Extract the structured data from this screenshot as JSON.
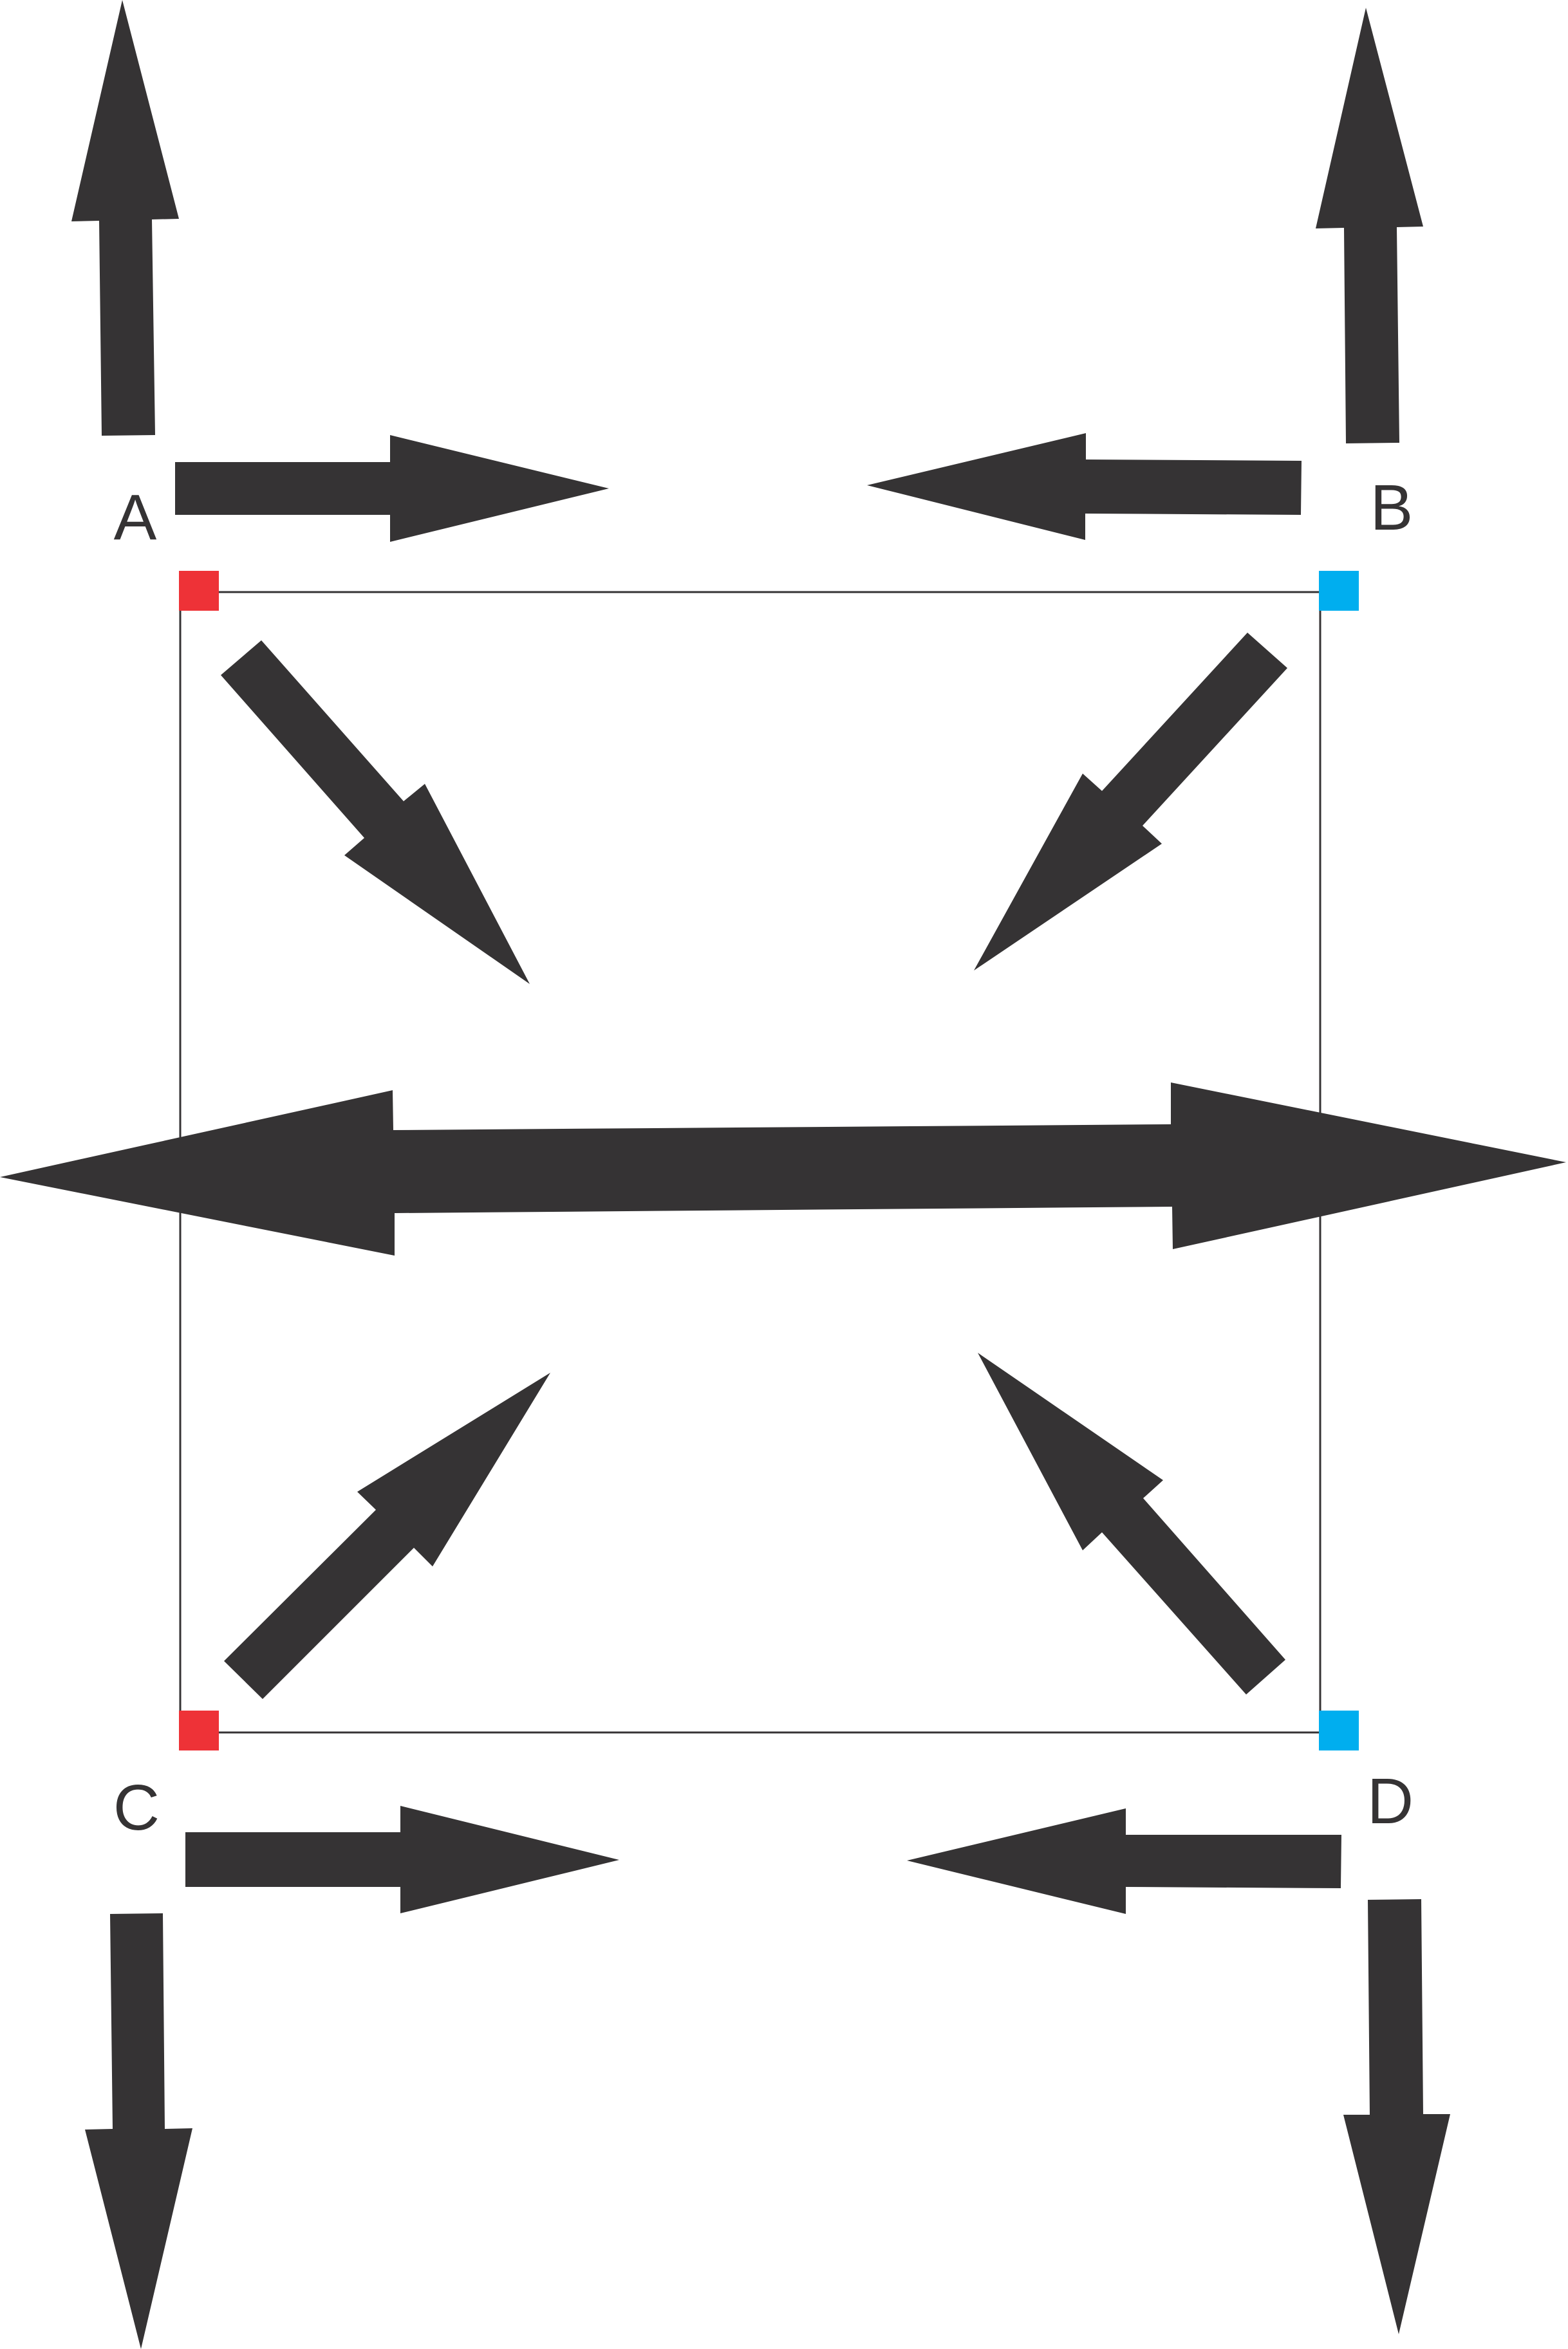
{
  "colors": {
    "arrow": "#353334",
    "frame": "#353334",
    "red_handle": "#ee3237",
    "blue_handle": "#00aeef",
    "label": "#353334",
    "background": "#ffffff"
  },
  "corners": {
    "a": {
      "label": "A",
      "handle_color": "red"
    },
    "b": {
      "label": "B",
      "handle_color": "blue"
    },
    "c": {
      "label": "C",
      "handle_color": "red"
    },
    "d": {
      "label": "D",
      "handle_color": "blue"
    }
  },
  "arrows": [
    {
      "name": "arrow-a-up-icon",
      "direction": "up"
    },
    {
      "name": "arrow-a-right-icon",
      "direction": "right"
    },
    {
      "name": "arrow-a-inward-icon",
      "direction": "down-right"
    },
    {
      "name": "arrow-b-up-icon",
      "direction": "up"
    },
    {
      "name": "arrow-b-left-icon",
      "direction": "left"
    },
    {
      "name": "arrow-b-inward-icon",
      "direction": "down-left"
    },
    {
      "name": "arrow-center-double-icon",
      "direction": "left-right"
    },
    {
      "name": "arrow-c-inward-icon",
      "direction": "up-right"
    },
    {
      "name": "arrow-c-right-icon",
      "direction": "right"
    },
    {
      "name": "arrow-c-down-icon",
      "direction": "down"
    },
    {
      "name": "arrow-d-inward-icon",
      "direction": "up-left"
    },
    {
      "name": "arrow-d-left-icon",
      "direction": "left"
    },
    {
      "name": "arrow-d-down-icon",
      "direction": "down"
    }
  ]
}
